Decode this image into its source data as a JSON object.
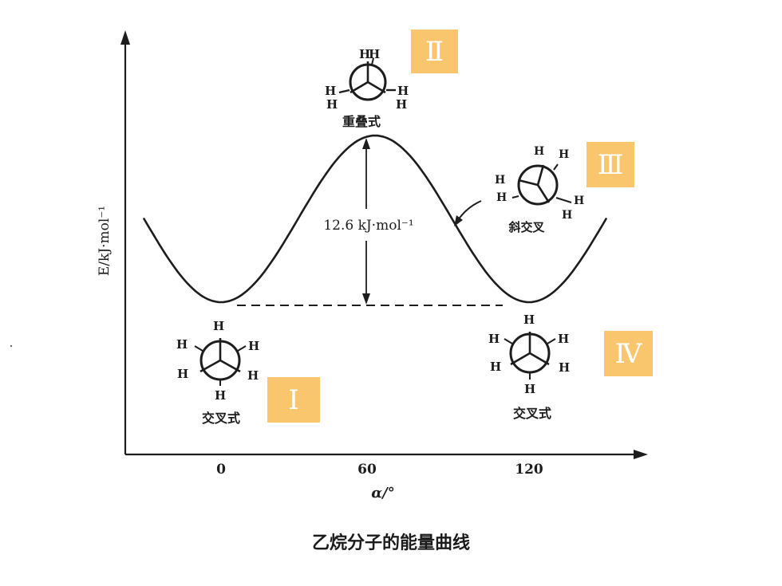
{
  "chart_data": {
    "type": "line",
    "x": [
      -30,
      -20,
      -10,
      0,
      10,
      20,
      30,
      40,
      50,
      60,
      70,
      80,
      90,
      100,
      110,
      120,
      130,
      140,
      150
    ],
    "y": [
      6.3,
      3.15,
      0.84,
      0,
      0.84,
      3.15,
      6.3,
      9.45,
      11.76,
      12.6,
      11.76,
      9.45,
      6.3,
      3.15,
      0.84,
      0,
      0.84,
      3.15,
      6.3
    ],
    "xticks": [
      "0",
      "60",
      "120"
    ],
    "xlabel": "α/°",
    "ylabel": "E/kJ·mol⁻¹",
    "xlim": [
      -35,
      160
    ],
    "ylim": [
      -10,
      20
    ],
    "barrier_label": "12.6 kJ·mol⁻¹"
  },
  "labels": {
    "eclipsed": "重叠式",
    "gauche": "斜交叉",
    "staggered_left": "交叉式",
    "staggered_right": "交叉式",
    "atom": "H"
  },
  "badges": {
    "b1": "Ⅰ",
    "b2": "Ⅱ",
    "b3": "Ⅲ",
    "b4": "Ⅳ"
  },
  "caption": "乙烷分子的能量曲线",
  "colors": {
    "badge": "#f9c66e",
    "ink": "#1d1d1d"
  }
}
